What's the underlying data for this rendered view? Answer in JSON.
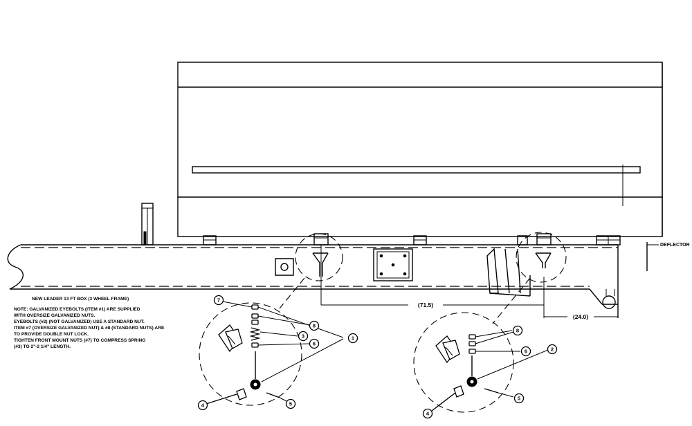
{
  "title": "NEW LEADER 13 FT BOX (3 WHEEL FRAME)",
  "notes": [
    "NOTE: GALVANIZED EYEBOLTS (ITEM #1) ARE SUPPLIED",
    "WITH OVERSIZE GALVANIZED NUTS.",
    "EYEBOLTS (#2) (NOT GALVANIZED) USE A STANDARD NUT.",
    "ITEM #7 (OVERSIZE GALVANIZED NUT) & #8 (STANDARD NUTS) ARE",
    "TO PROVIDE DOUBLE NUT LOCK.",
    "TIGHTEN FRONT MOUNT NUTS (#7) TO COMPRESS SPRING",
    "(#3) TO 2\"-2 1/4\" LENGTH."
  ],
  "labels": {
    "deflector": "DEFLECTOR",
    "dim_main": "(71.5)",
    "dim_rear": "(24.0)"
  },
  "callouts_left": [
    "7",
    "8",
    "3",
    "6",
    "1",
    "4",
    "5"
  ],
  "callouts_right": [
    "8",
    "6",
    "2",
    "4",
    "5"
  ]
}
